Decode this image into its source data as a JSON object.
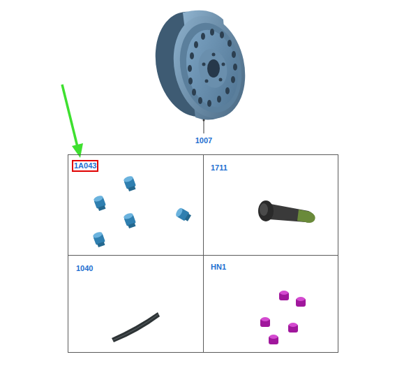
{
  "diagram": {
    "nodes": [
      {
        "text": [
          "1A043"
        ]
      },
      {
        "text": [
          "1711"
        ]
      },
      {
        "text": [
          "1040"
        ]
      },
      {
        "text": [
          "HN1"
        ]
      }
    ],
    "labels": [
      "1007"
    ]
  }
}
